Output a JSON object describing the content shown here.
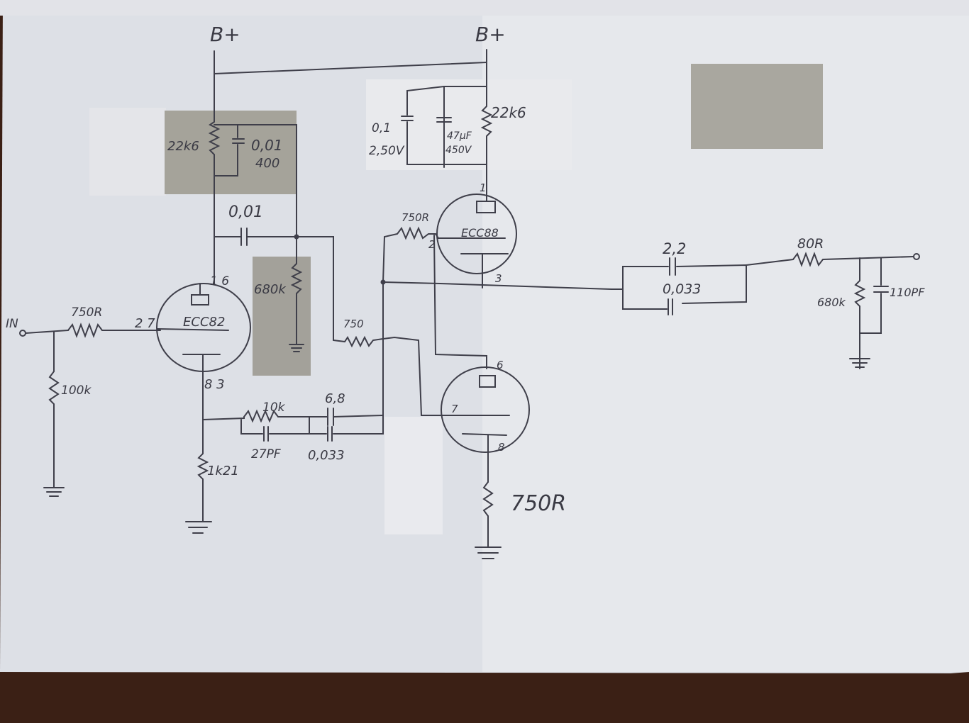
{
  "schematic": {
    "supply": {
      "left_rail": "B+",
      "right_rail": "B+"
    },
    "input": {
      "label": "IN",
      "series_resistor": "750R",
      "shunt_resistor": "100k"
    },
    "stage1": {
      "tube": "ECC82",
      "pins": {
        "plate": "1 6",
        "grid": "2 7",
        "cathode": "8 3"
      },
      "plate_resistor": "22k6",
      "bypass_cap_value": "0,01",
      "bypass_cap_voltage": "400",
      "coupling_cap": "0,01",
      "grid_resistor": "680k",
      "cathode_resistor": "1k21"
    },
    "feedback": {
      "resistor": "10k",
      "cap_small": "27PF",
      "cap_large": "6,8",
      "cap_film": "0,033"
    },
    "stage2": {
      "tube": "ECC88",
      "upper_pins": {
        "plate": "1",
        "grid": "2",
        "cathode": "3"
      },
      "lower_pins": {
        "plate": "6",
        "grid": "7",
        "cathode": "8"
      },
      "plate_resistor": "22k6",
      "decoupling_cap_small": "0,1",
      "decoupling_cap_small_voltage": "2,50V",
      "decoupling_cap_large": "47µF",
      "decoupling_cap_large_voltage": "450V",
      "grid_stopper_upper": "750R",
      "grid_stopper_lower": "750",
      "cathode_resistor": "750R"
    },
    "output": {
      "cap_main": "2,2",
      "cap_film": "0,033",
      "series_resistor": "80R",
      "shunt_resistor": "680k",
      "shunt_cap": "110PF"
    }
  },
  "colors": {
    "paper": "#dfe1e6",
    "ink": "#3a3a44",
    "wood": "#3a1f14",
    "redaction": "#a5a39a"
  }
}
